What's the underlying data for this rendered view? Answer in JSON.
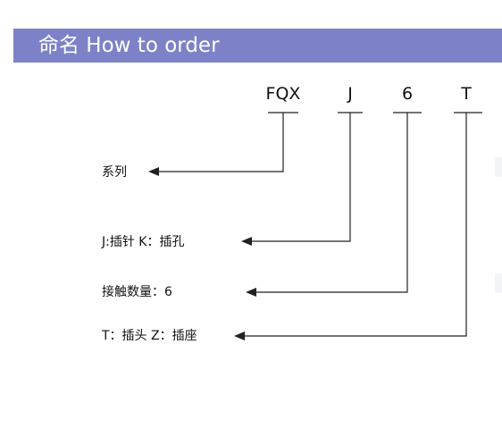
{
  "header": {
    "title": "命名 How to order",
    "bar_color": "#7d82c8"
  },
  "order_code": {
    "parts": [
      "FQX",
      "J",
      "6",
      "T"
    ]
  },
  "descriptions": [
    "系列",
    "J:插针 K：插孔",
    "接触数量：6",
    "T：插头 Z：插座"
  ],
  "line_color": "#222222"
}
